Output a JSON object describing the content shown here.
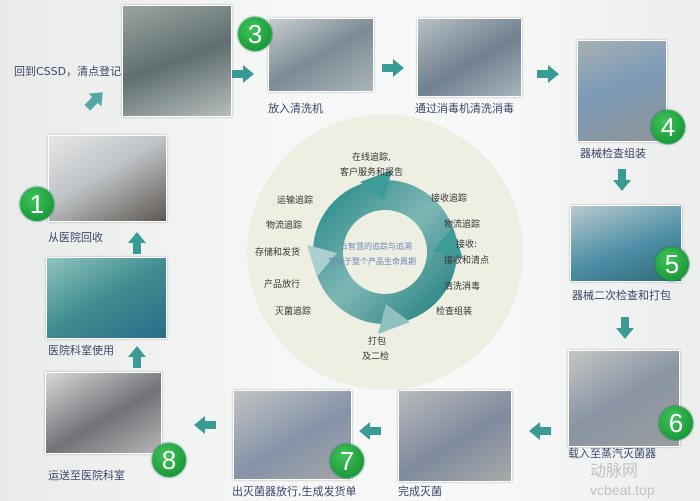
{
  "steps": {
    "s1": {
      "num": "1",
      "label": "从医院回收"
    },
    "s2": {
      "label": "回到CSSD，清点登记"
    },
    "s3": {
      "num": "3",
      "label": "放入清洗机"
    },
    "s3b": {
      "label": "通过消毒机清洗消毒"
    },
    "s4": {
      "num": "4",
      "label": "器械检查组装"
    },
    "s5": {
      "num": "5",
      "label": "器械二次检查和打包"
    },
    "s6": {
      "num": "6",
      "label": "载入至蒸汽灭菌器"
    },
    "s6b": {
      "label": "完成灭菌"
    },
    "s7": {
      "num": "7",
      "label": "出灭菌器放行,生成发货单"
    },
    "s8": {
      "num": "8",
      "label": "运送至医院科室"
    },
    "s9": {
      "label": "医院科室使用"
    }
  },
  "cycle": {
    "top": [
      "在线追踪,",
      "客户服务和报告"
    ],
    "right": [
      "接收追踪",
      "物流追踪",
      "接收:",
      "接收和清点",
      "清洗消毒",
      "检查组装"
    ],
    "bottom": [
      "打包",
      "及二检"
    ],
    "left": [
      "运输追踪",
      "物流追踪",
      "存储和发货",
      "产品放行",
      "灭菌追踪"
    ],
    "center": [
      "云智慧的追踪与追溯",
      "贯穿于整个产品生命周期"
    ]
  },
  "watermark": {
    "brand": "动脉网",
    "url": "vcbeat.top"
  },
  "colors": {
    "arrow": "#3a9b95",
    "badge": "#1a9a3a",
    "label": "#3b4668"
  }
}
